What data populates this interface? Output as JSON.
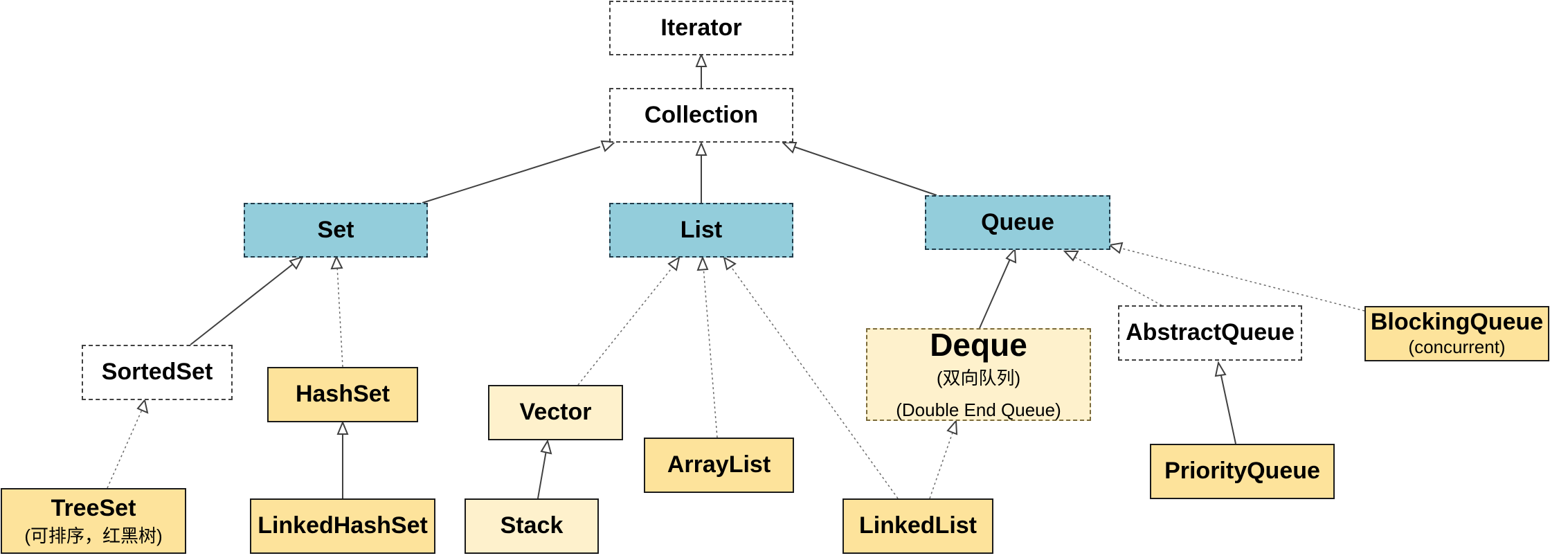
{
  "nodes": {
    "iterator": {
      "label": "Iterator"
    },
    "collection": {
      "label": "Collection"
    },
    "set": {
      "label": "Set"
    },
    "list": {
      "label": "List"
    },
    "queue": {
      "label": "Queue"
    },
    "sortedset": {
      "label": "SortedSet"
    },
    "hashset": {
      "label": "HashSet"
    },
    "vector": {
      "label": "Vector"
    },
    "arraylist": {
      "label": "ArrayList"
    },
    "deque": {
      "label": "Deque",
      "sub1": "(双向队列)",
      "sub2": "(Double End Queue)"
    },
    "abstractqueue": {
      "label": "AbstractQueue"
    },
    "blockingqueue": {
      "label": "BlockingQueue",
      "sub1": "(concurrent)"
    },
    "treeset": {
      "label": "TreeSet",
      "sub1": "(可排序，红黑树)"
    },
    "linkedhashset": {
      "label": "LinkedHashSet"
    },
    "stack": {
      "label": "Stack"
    },
    "linkedlist": {
      "label": "LinkedList"
    },
    "priorityqueue": {
      "label": "PriorityQueue"
    }
  },
  "colors": {
    "interface_fill": "#ffffff",
    "core_interface_fill": "#93cddb",
    "class_fill": "#fde39b",
    "legacy_class_fill": "#fef1cc",
    "edge": "#404040"
  }
}
